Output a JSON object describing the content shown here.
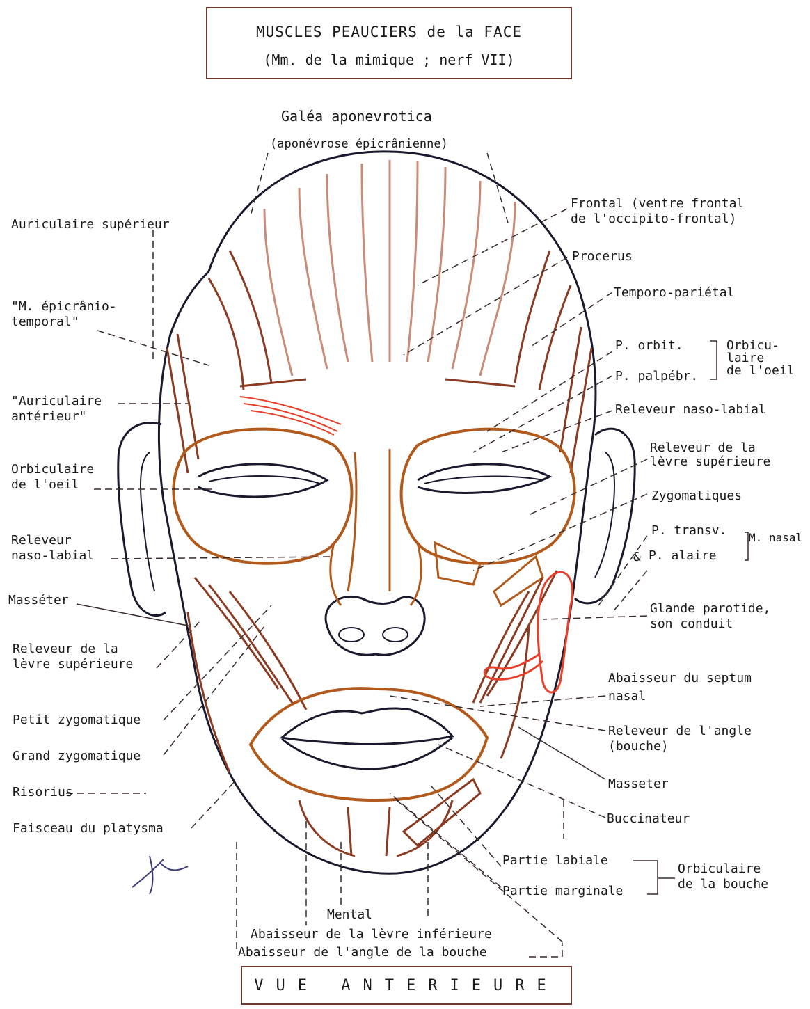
{
  "title": {
    "line1": "MUSCLES  PEAUCIERS  de la FACE",
    "line2": "(Mm. de la mimique ; nerf VII)"
  },
  "footer": "VUE  ANTERIEURE",
  "colors": {
    "outline": "#1a1a2e",
    "muscle_brown": "#b25a1c",
    "muscle_dark": "#8a3b22",
    "muscle_light": "#c98c78",
    "parotid_red": "#e8402a",
    "box_border": "#6b3a2e"
  },
  "labels_top": {
    "galea": "Galéa aponevrotica",
    "galea_sub": "(aponévrose épicrânienne)"
  },
  "labels_left": {
    "auriculaire_sup": "Auriculaire supérieur",
    "epicranio": "\"M. épicrânio-\ntemporal\"",
    "auriculaire_ant": "\"Auriculaire\nantérieur\"",
    "orbiculaire_oeil": "Orbiculaire\nde l'oeil",
    "releveur_naso": "Releveur\nnaso-labial",
    "masseter": "Masséter",
    "releveur_levre": "Releveur de la\nlèvre supérieure",
    "petit_zygo": "Petit zygomatique",
    "grand_zygo": "Grand zygomatique",
    "risorius": "Risorius",
    "platysma": "Faisceau du platysma"
  },
  "labels_right": {
    "frontal": "Frontal (ventre frontal\nde l'occipito-frontal)",
    "procerus": "Procerus",
    "temporo": "Temporo-pariétal",
    "p_orbit": "P. orbit.",
    "p_palpebr": "P. palpébr.",
    "orbiculaire_oeil_group": "Orbicu-\nlaire\nde l'oeil",
    "releveur_naso": "Releveur naso-labial",
    "releveur_levre": "Releveur de la\nlèvre supérieure",
    "zygomatiques": "Zygomatiques",
    "p_transv": "P. transv.",
    "p_alaire": "P. alaire",
    "amp": "&",
    "m_nasal": "M. nasal",
    "glande": "Glande parotide,\nson conduit",
    "abaisseur_septum": "Abaisseur du septum\nnasal",
    "releveur_angle": "Releveur de l'angle\n(bouche)",
    "masseter": "Masseter",
    "buccinateur": "Buccinateur",
    "partie_labiale": "Partie labiale",
    "partie_marginale": "Partie marginale",
    "orbiculaire_bouche": "Orbiculaire\nde la bouche"
  },
  "labels_bottom": {
    "mental": "Mental",
    "abaisseur_levre": "Abaisseur de la lèvre inférieure",
    "abaisseur_angle": "Abaisseur de l'angle de la bouche"
  }
}
